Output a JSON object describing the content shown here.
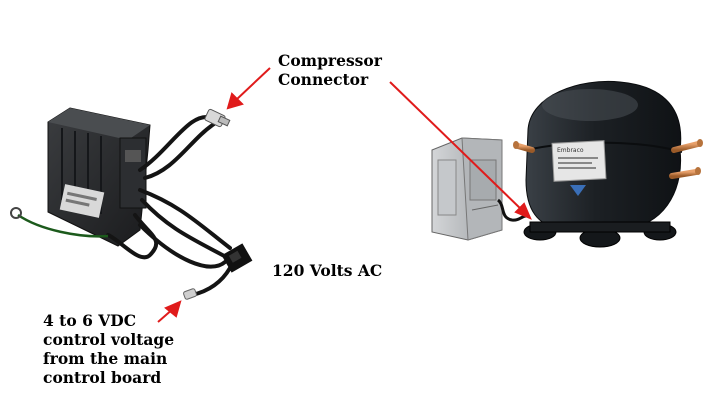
{
  "labels": {
    "compressor_connector": [
      "Compressor",
      "Connector"
    ],
    "ac_input": "120 Volts AC",
    "control_voltage": [
      "4 to 6 VDC",
      "control voltage",
      "from the main",
      "control board"
    ]
  },
  "compressor_plate_text": "Embraco",
  "colors": {
    "arrow": "#e01b1b",
    "text": "#000000",
    "compressor_body": "#1f2428",
    "module_body": "#2a2c2e",
    "tubing": "#c8763a",
    "background": "#ffffff"
  }
}
